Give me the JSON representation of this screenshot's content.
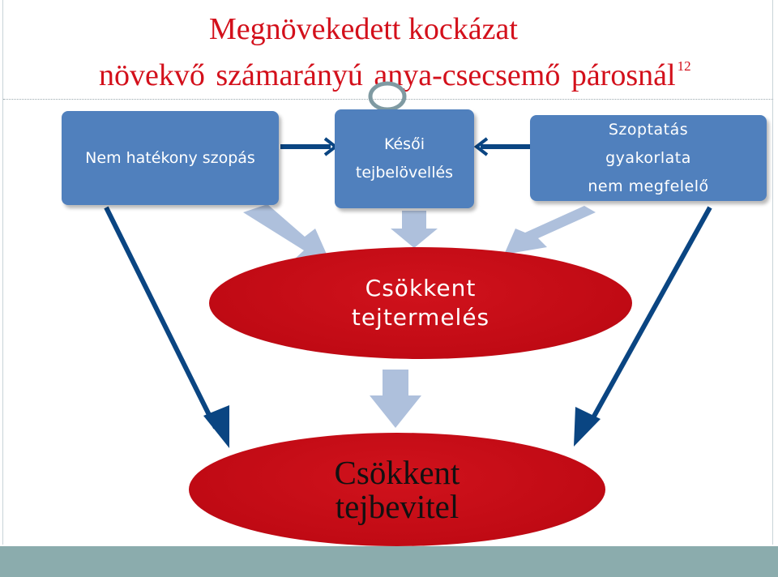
{
  "title": {
    "line1": "Megnövekedett kockázat",
    "line2": "növekvő  számarányú anya-csecsemő párosnál",
    "superscript": "12"
  },
  "boxes": {
    "left": {
      "lines": [
        "Nem hatékony szopás"
      ]
    },
    "middle": {
      "lines": [
        "Késői",
        "tejbelövellés"
      ]
    },
    "right": {
      "lines": [
        "Szoptatás",
        "gyakorlata",
        "nem megfelelő"
      ]
    }
  },
  "outcomes": {
    "milk_production": {
      "lines": [
        "Csökkent",
        "tejtermelés"
      ]
    },
    "milk_intake": {
      "lines": [
        "Csökkent",
        "tejbevitel"
      ]
    }
  },
  "colors": {
    "title": "#d3101b",
    "box_fill": "#5080bd",
    "ellipse_fill": "#c00a14",
    "dark_arrow": "#0a4582",
    "light_arrow": "#aec0dc",
    "bottom_bar": "#8bacad"
  }
}
